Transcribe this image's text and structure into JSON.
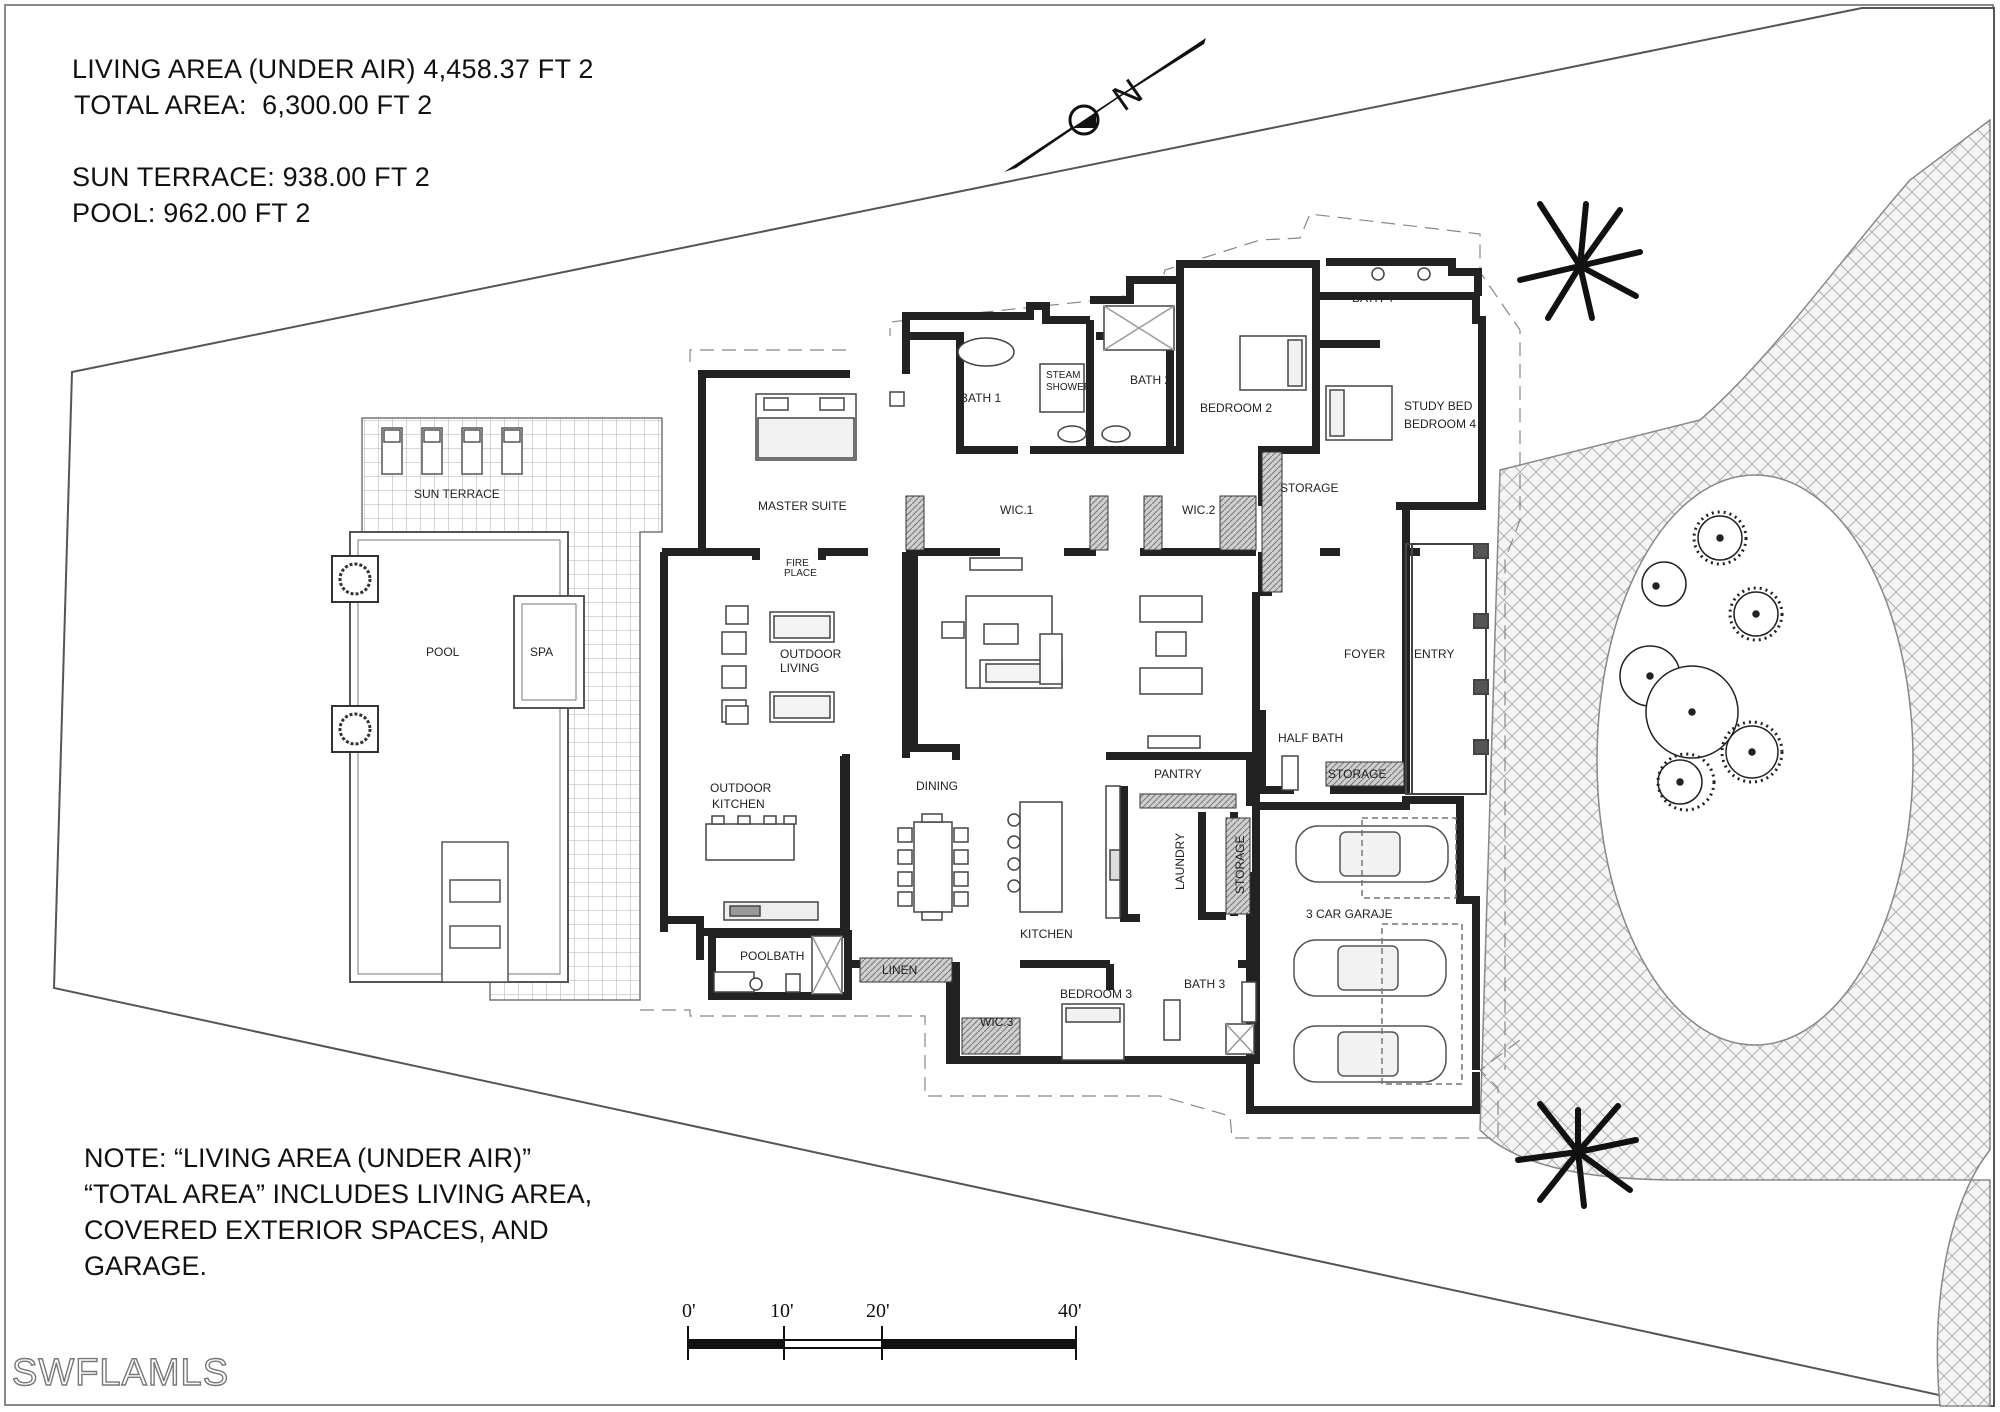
{
  "areas": {
    "living": "LIVING AREA (UNDER AIR) 4,458.37 FT 2",
    "total": "TOTAL AREA:  6,300.00 FT 2",
    "sun_terrace": "SUN TERRACE: 938.00 FT 2",
    "pool": "POOL: 962.00 FT 2"
  },
  "note_lines": [
    "NOTE: “LIVING AREA (UNDER AIR)”",
    "“TOTAL AREA” INCLUDES LIVING AREA,",
    "COVERED EXTERIOR SPACES, AND",
    "GARAGE."
  ],
  "north_label": "N",
  "scale": {
    "t0": "0'",
    "t10": "10'",
    "t20": "20'",
    "t40": "40'"
  },
  "watermark": "SWFLAMLS",
  "rooms": {
    "sun_terrace": "SUN TERRACE",
    "pool": "POOL",
    "spa": "SPA",
    "master_suite": "MASTER SUITE",
    "fireplace_1": "FIRE",
    "fireplace_2": "PLACE",
    "outdoor_living_1": "OUTDOOR",
    "outdoor_living_2": "LIVING",
    "outdoor_kitchen_1": "OUTDOOR",
    "outdoor_kitchen_2": "KITCHEN",
    "bath1": "BATH 1",
    "steam_1": "STEAM",
    "steam_2": "SHOWER",
    "bath2": "BATH 2",
    "bedroom2": "BEDROOM 2",
    "bath4": "BATH 4",
    "study_1": "STUDY BED",
    "study_2": "BEDROOM 4",
    "wic1": "WIC.1",
    "wic2": "WIC.2",
    "storage_top": "STORAGE",
    "foyer": "FOYER",
    "entry": "ENTRY",
    "half_bath": "HALF BATH",
    "storage_mid": "STORAGE",
    "pantry": "PANTRY",
    "dining": "DINING",
    "laundry": "LAUNDRY",
    "storage_vert": "STORAGE",
    "garage": "3 CAR GARAJE",
    "kitchen": "KITCHEN",
    "poolbath": "POOLBATH",
    "linen": "LINEN",
    "bedroom3": "BEDROOM 3",
    "bath3": "BATH 3",
    "wic3": "WIC.3"
  }
}
